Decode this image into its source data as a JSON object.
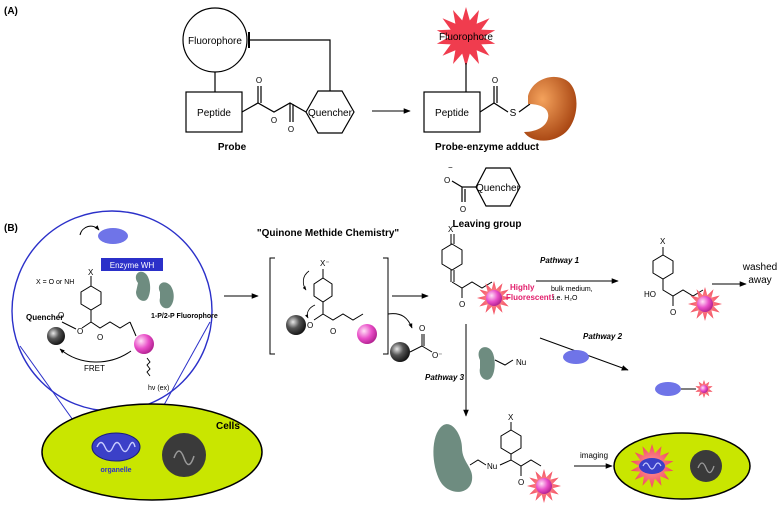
{
  "panel_a": {
    "label": "(A)",
    "fluorophore": "Fluorophore",
    "peptide": "Peptide",
    "quencher": "Quencher",
    "probe": "Probe",
    "fluorophore_lit": "Fluorophore",
    "peptide_adduct": "Peptide",
    "sulfur": "S",
    "adduct_label": "Probe-enzyme adduct",
    "leaving_quencher": "Quencher",
    "leaving_charge": "−",
    "leaving_label": "Leaving group"
  },
  "panel_b": {
    "label": "(B)",
    "qm_title": "\"Quinone Methide Chemistry\"",
    "x_def": "X = O or NH",
    "x": "X",
    "x_minus": "X⁻",
    "enzyme_wh": "Enzyme WH",
    "quencher": "Quencher",
    "fluorophore": "1-P/2-P Fluorophore",
    "fret": "FRET",
    "hv": "hν (ex)",
    "cells": "Cells",
    "organelle": "organelle",
    "highly_fluorescent": "Highly Fluorescent!",
    "pathway1": "Pathway 1",
    "bulk_medium_1": "bulk medium,",
    "bulk_medium_2": "i.e. H₂O",
    "washed_away": "washed away",
    "ho": "HO",
    "pathway2": "Pathway 2",
    "pathway3": "Pathway 3",
    "nu": "Nu",
    "imaging": "imaging"
  },
  "colors": {
    "fluorophore_pink": "#e94ec8",
    "burst_red": "#f03c4e",
    "enzyme_grey_green": "#6e8c80",
    "enzyme_blue": "#6f74e8",
    "cell_yellow": "#c9e600",
    "enzyme_box_blue": "#2b30c9",
    "brown_enzyme": "#c0581a"
  }
}
